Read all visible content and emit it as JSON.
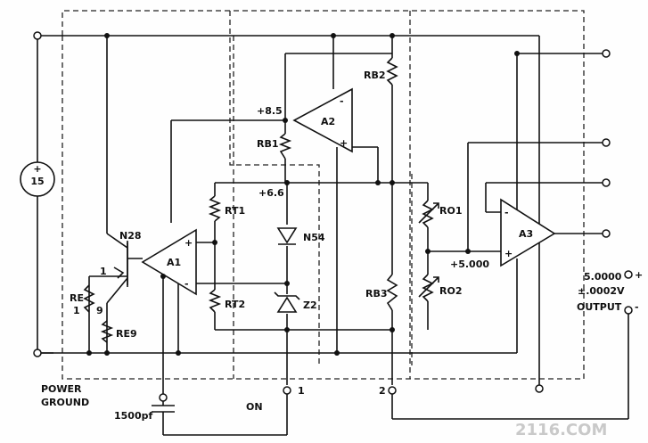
{
  "labels": {
    "source": "15",
    "transistor": "N28",
    "re": "RE",
    "re_val": "1",
    "pin1": "1",
    "pin9": "9",
    "re9": "RE9",
    "a1": "A1",
    "a2": "A2",
    "a3": "A3",
    "rt1": "RT1",
    "rt2": "RT2",
    "rb1": "RB1",
    "rb2": "RB2",
    "rb3": "RB3",
    "ro1": "RO1",
    "ro2": "RO2",
    "n54": "N54",
    "z2": "Z2",
    "v85": "+8.5",
    "v66": "+6.6",
    "v5": "+5.000",
    "plus": "+",
    "minus": "-",
    "cap": "1500pf",
    "on": "ON",
    "term1": "1",
    "term2": "2",
    "power1": "POWER",
    "power2": "GROUND",
    "out1": "5.0000",
    "out2": "±.0002V",
    "out3": "OUTPUT",
    "out_plus": "+",
    "out_minus": "-",
    "watermark": "2116.COM"
  }
}
